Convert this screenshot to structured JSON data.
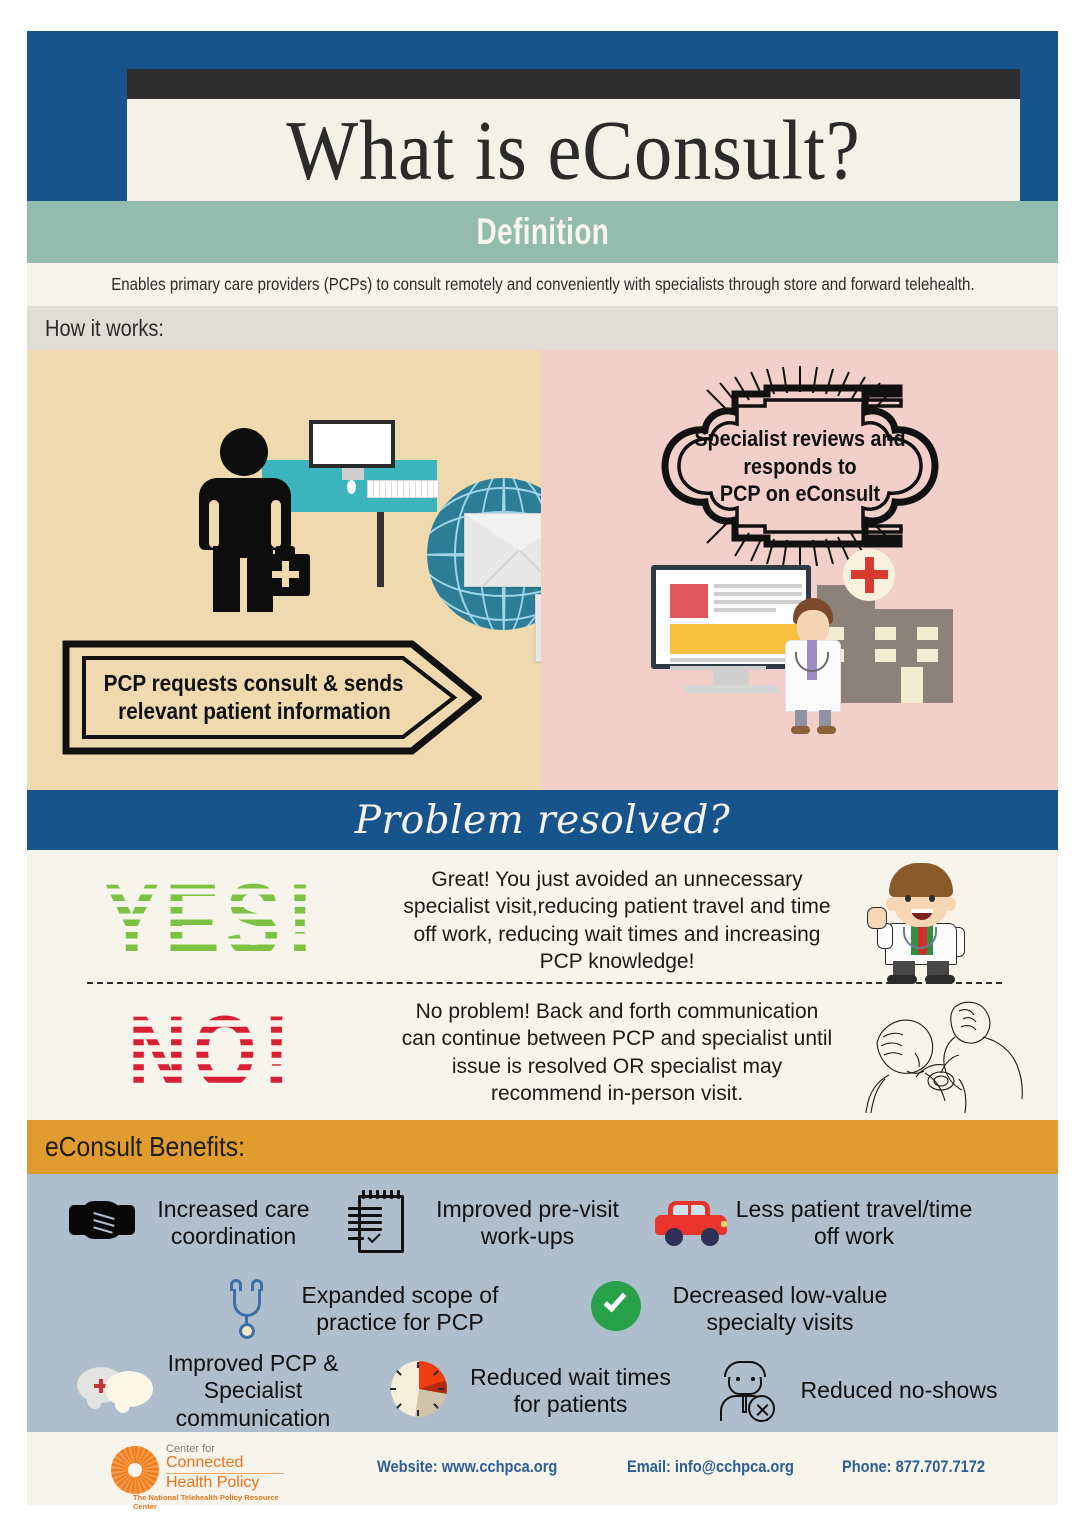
{
  "header": {
    "title": "What is eConsult?"
  },
  "definition": {
    "heading": "Definition",
    "body": "Enables primary care providers (PCPs) to consult remotely and conveniently with specialists through store and forward telehealth.",
    "how_it_works_label": "How it works:"
  },
  "flow": {
    "left_banner": [
      "PCP requests consult & sends",
      "relevant patient information"
    ],
    "right_cloud": [
      "Specialist reviews and responds to",
      "PCP on eConsult"
    ]
  },
  "problem": {
    "banner": "Problem resolved?",
    "yes": {
      "word": "YES!",
      "text": "Great! You just avoided an unnecessary specialist visit,reducing patient travel and time off work, reducing wait times and increasing PCP knowledge!",
      "color": "#7cc142"
    },
    "no": {
      "word": "NO!",
      "text": "No problem!  Back and forth communication can continue between PCP and specialist until issue is resolved OR specialist may recommend in-person visit.",
      "color": "#d81f35"
    }
  },
  "benefits": {
    "heading": "eConsult Benefits:",
    "items": [
      {
        "icon": "handshake-icon",
        "label": "Increased care coordination"
      },
      {
        "icon": "clipboard-icon",
        "label": "Improved pre-visit work-ups"
      },
      {
        "icon": "car-icon",
        "label": "Less patient travel/time off work"
      },
      {
        "icon": "stethoscope-icon",
        "label": "Expanded scope of practice for PCP"
      },
      {
        "icon": "green-check-icon",
        "label": "Decreased low-value specialty visits"
      },
      {
        "icon": "speech-bubbles-icon",
        "label": "Improved PCP & Specialist communication"
      },
      {
        "icon": "pie-clock-icon",
        "label": "Reduced wait times for patients"
      },
      {
        "icon": "no-show-person-icon",
        "label": "Reduced no-shows"
      }
    ]
  },
  "footer": {
    "logo": {
      "line1": "Center for",
      "line2": "Connected",
      "line3": "Health Policy",
      "tagline": "The National Telehealth Policy Resource Center"
    },
    "website": "Website: www.cchpca.org",
    "email": "Email: info@cchpca.org",
    "phone": "Phone: 877.707.7172"
  },
  "colors": {
    "navy": "#17548c",
    "teal": "#93bcaf",
    "cream": "#f7f4ec",
    "sand": "#efd9ae",
    "blush": "#f3cfc9",
    "orange": "#e09c2e",
    "slate": "#aebecd",
    "logo_orange": "#e8731b",
    "link_blue": "#2d5d93"
  }
}
